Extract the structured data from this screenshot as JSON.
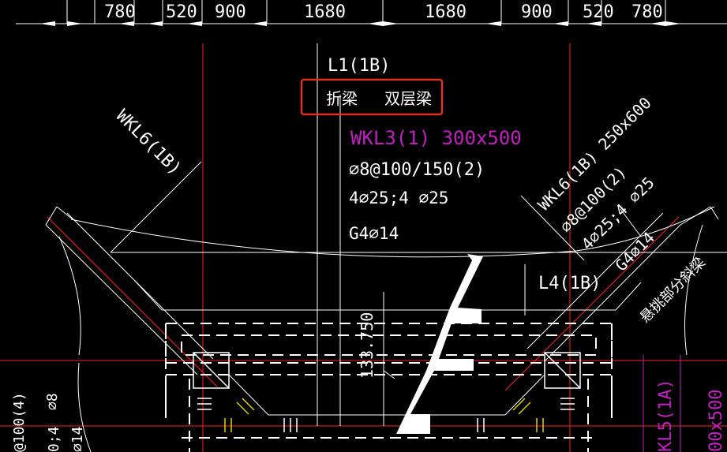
{
  "dimensions_top": [
    "780",
    "520",
    "900",
    "1680",
    "1680",
    "900",
    "520",
    "780"
  ],
  "labels": {
    "l1": "L1(1B)",
    "highlight_left": "折梁",
    "highlight_right": "双层梁",
    "wkl3_title": "WKL3(1) 300x500",
    "wkl3_stirrup": "⌀8@100/150(2)",
    "wkl3_rebar": "4⌀25;4 ⌀25",
    "wkl3_g": "G4⌀14",
    "wkl6_left": "WKL6(1B)",
    "wkl6_right_title": "WKL6(1B) 250x600",
    "wkl6_right_stirrup": "⌀8@100(2)",
    "wkl6_right_rebar": "4⌀25;4 ⌀25",
    "wkl6_right_g": "G4⌀14",
    "l4": "L4(1B)",
    "elevation": "133.750",
    "right_note": "悬挑部分斜梁",
    "kl5": "KL5(1A)",
    "right_edge_partial": "00x500",
    "left_edge_1": "@100(4)",
    "left_edge_2": "⌀8",
    "left_edge_3": "0;4",
    "left_edge_4": "⌀14"
  },
  "colors": {
    "background": "#000000",
    "line": "#ffffff",
    "axis": "#ff2020",
    "magenta": "#c020c0",
    "highlight_box": "#e03020",
    "yellow": "#e0d000",
    "gray": "#bbbbbb"
  }
}
